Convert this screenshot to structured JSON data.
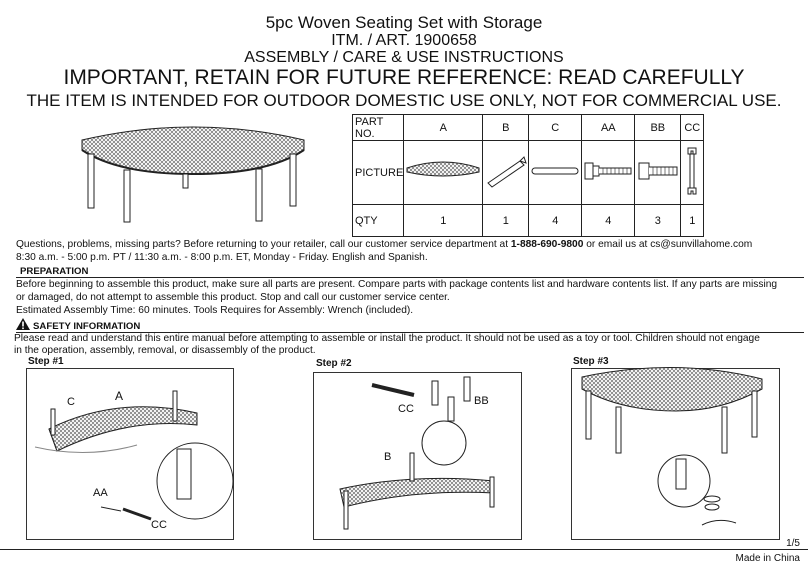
{
  "header": {
    "title": "5pc Woven Seating Set with Storage",
    "item": "ITM. / ART. 1900658",
    "assembly": "ASSEMBLY / CARE & USE INSTRUCTIONS",
    "important": "IMPORTANT, RETAIN FOR FUTURE REFERENCE: READ CAREFULLY",
    "intended": "THE ITEM IS INTENDED FOR OUTDOOR DOMESTIC USE ONLY, NOT FOR COMMERCIAL USE."
  },
  "parts_table": {
    "row_labels": {
      "part": "PART NO.",
      "picture": "PICTURE",
      "qty": "QTY"
    },
    "parts": [
      {
        "id": "A",
        "qty": "1"
      },
      {
        "id": "B",
        "qty": "1"
      },
      {
        "id": "C",
        "qty": "4"
      },
      {
        "id": "AA",
        "qty": "4"
      },
      {
        "id": "BB",
        "qty": "3"
      },
      {
        "id": "CC",
        "qty": "1"
      }
    ]
  },
  "contact": {
    "line1_pre": "Questions, problems, missing parts? Before returning to your retailer, call our customer service department at ",
    "phone": "1-888-690-9800",
    "line1_post": " or email us at cs@sunvillahome.com",
    "line2": "8:30 a.m. - 5:00 p.m. PT / 11:30 a.m. - 8:00 p.m. ET, Monday - Friday. English and Spanish."
  },
  "preparation": {
    "heading": "PREPARATION",
    "line1": "Before beginning to assemble this product, make sure all parts are present. Compare parts with package contents list and hardware contents list. If any parts are missing",
    "line2": "or damaged, do not attempt to assemble this product. Stop and call our customer service center.",
    "line3": "Estimated Assembly Time: 60 minutes. Tools Requires for Assembly: Wrench (included)."
  },
  "safety": {
    "heading": "SAFETY INFORMATION",
    "line1": "Please read and understand this entire manual before attempting to assemble or install the product. It should not be used as a toy or tool. Children should not engage",
    "line2": "in the operation, assembly, removal, or disassembly of the product."
  },
  "steps": [
    {
      "label": "Step #1",
      "callouts": [
        "C",
        "A",
        "AA",
        "CC"
      ]
    },
    {
      "label": "Step #2",
      "callouts": [
        "CC",
        "BB",
        "B"
      ]
    },
    {
      "label": "Step #3",
      "callouts": []
    }
  ],
  "footer": {
    "page": "1/5",
    "origin": "Made in China"
  },
  "icons": [
    "warning-icon",
    "wrench-icon",
    "bolt-icon",
    "bench-drawing"
  ]
}
